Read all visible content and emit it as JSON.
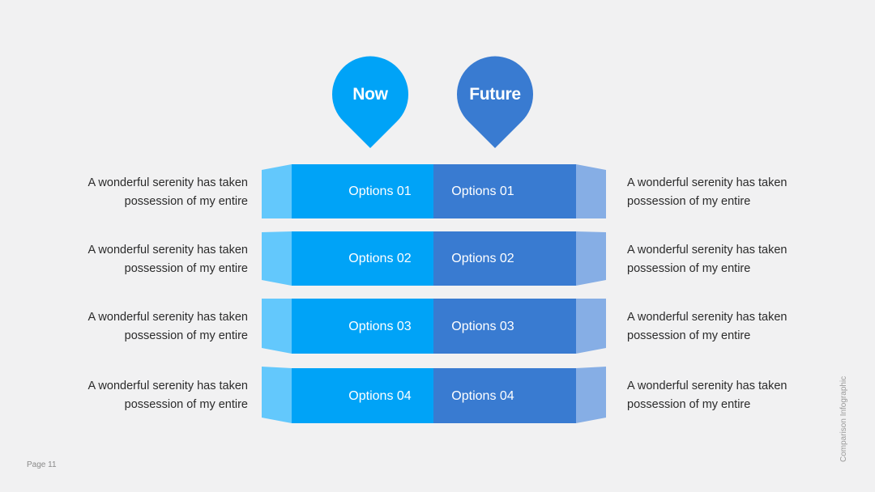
{
  "header": {
    "now_label": "Now",
    "future_label": "Future"
  },
  "rows": [
    {
      "now": "Options 01",
      "future": "Options 01",
      "left_text_line1": "A wonderful serenity has taken",
      "left_text_line2": "possession of my entire",
      "right_text_line1": "A wonderful serenity has taken",
      "right_text_line2": "possession of my entire"
    },
    {
      "now": "Options 02",
      "future": "Options 02",
      "left_text_line1": "A wonderful serenity has taken",
      "left_text_line2": "possession of my entire",
      "right_text_line1": "A wonderful serenity has taken",
      "right_text_line2": "possession of my entire"
    },
    {
      "now": "Options 03",
      "future": "Options 03",
      "left_text_line1": "A wonderful serenity has taken",
      "left_text_line2": "possession of my entire",
      "right_text_line1": "A wonderful serenity has taken",
      "right_text_line2": "possession of my entire"
    },
    {
      "now": "Options 04",
      "future": "Options 04",
      "left_text_line1": "A wonderful serenity has taken",
      "left_text_line2": "possession of my entire",
      "right_text_line1": "A wonderful serenity has taken",
      "right_text_line2": "possession of my entire"
    }
  ],
  "footer": {
    "page": "Page 11",
    "title": "Comparison Infographic"
  },
  "colors": {
    "now": "#00a3f7",
    "now_side": "#63c8fc",
    "future": "#397bd1",
    "future_side": "#86aee5",
    "background": "#f1f1f2"
  }
}
